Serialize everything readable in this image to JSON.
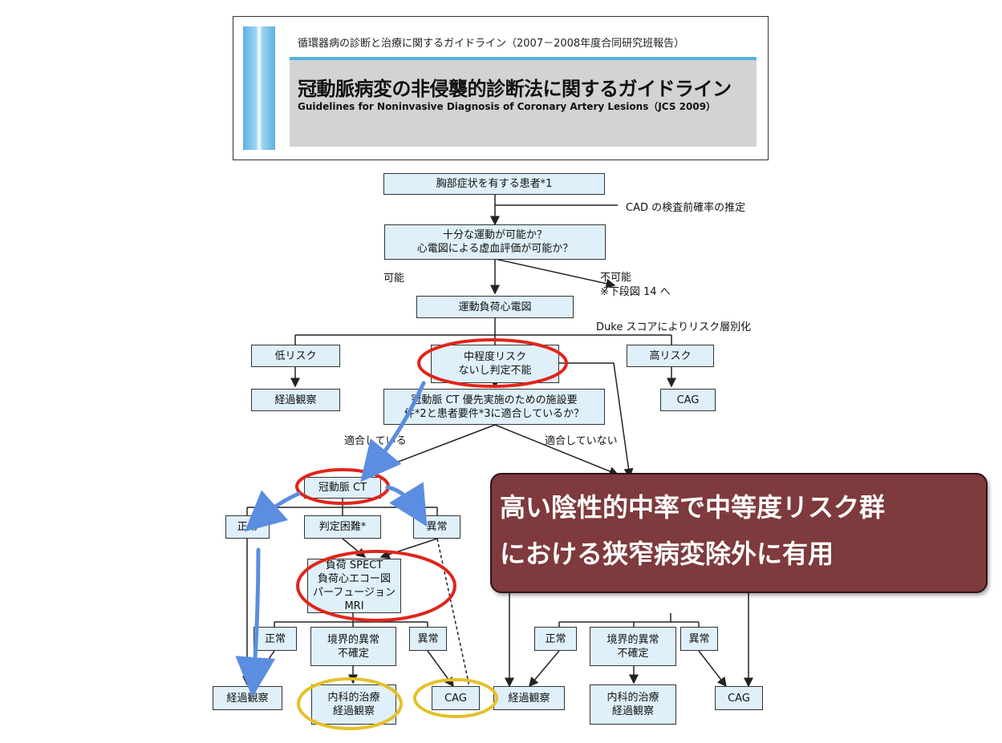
{
  "header": {
    "subtitle": "循環器病の診断と治療に関するガイドライン（2007－2008年度合同研究班報告）",
    "title": "冠動脈病変の非侵襲的診断法に関するガイドライン",
    "title_en": "Guidelines for Noninvasive Diagnosis of Coronary Artery Lesions（JCS 2009）",
    "band_color": "#56b1dd"
  },
  "flow": {
    "patient": "胸部症状を有する患者*1",
    "cad_estimate": "CAD の検査前確率の推定",
    "exercise_q": "十分な運動が可能か？\n心電図による虚血評価が可能か？",
    "possible": "可能",
    "impossible": "不可能\n※下段図 14 へ",
    "exercise_ecg": "運動負荷心電図",
    "duke": "Duke スコアによりリスク層別化",
    "low_risk": "低リスク",
    "mid_risk": "中程度リスク\nないし判定不能",
    "high_risk": "高リスク",
    "followup_1": "経過観察",
    "cag_high": "CAG",
    "ct_requirements": "冠動脈 CT 優先実施のための施設要\n件*2と患者要件*3に適合しているか？",
    "fit": "適合している",
    "not_fit": "適合していない",
    "coronary_ct": "冠動脈 CT",
    "normal_1": "正常",
    "difficult": "判定困難*",
    "abnormal_1": "異常",
    "stress_tests": "負荷 SPECT\n負荷心エコー図\nパーフュージョン MRI",
    "normal_2": "正常",
    "borderline_1": "境界的異常\n不確定",
    "abnormal_2": "異常",
    "followup_2": "経過観察",
    "medical_1": "内科的治療\n経過観察",
    "cag_1": "CAG",
    "followup_3": "経過観察",
    "normal_3": "正常",
    "borderline_2": "境界的異常\n不確定",
    "abnormal_3": "異常",
    "medical_2": "内科的治療\n経過観察",
    "cag_2": "CAG"
  },
  "callout": {
    "text": "高い陰性的中率で中等度リスク群\nにおける狭窄病変除外に有用",
    "background": "#7e3a3c"
  },
  "annotation_colors": {
    "red": "#e0251b",
    "yellow": "#e3c12a",
    "blue": "#5b8de0"
  }
}
